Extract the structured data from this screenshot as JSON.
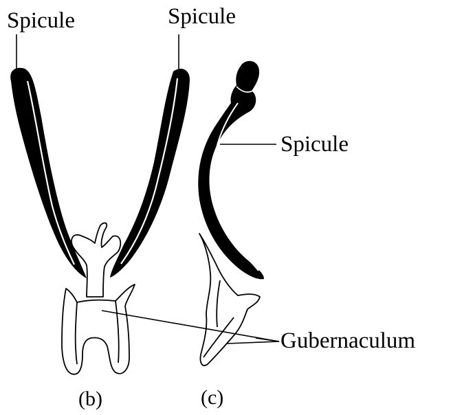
{
  "labels": {
    "spicule_left": "Spicule",
    "spicule_mid": "Spicule",
    "spicule_right": "Spicule",
    "gubernaculum": "Gubernaculum",
    "panel_b": "(b)",
    "panel_c": "(c)"
  },
  "colors": {
    "ink": "#000000",
    "background": "#ffffff"
  }
}
